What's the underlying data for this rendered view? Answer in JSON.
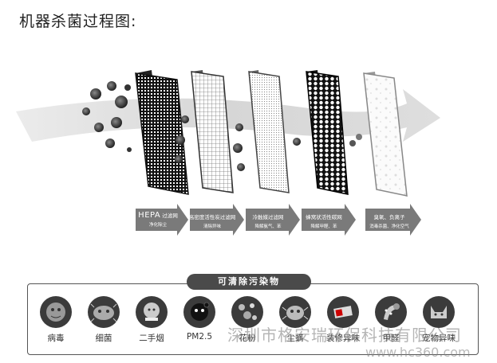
{
  "title": "机器杀菌过程图:",
  "stages": [
    {
      "main": "HEPA",
      "main_suffix": "过滤网",
      "sub": "净化除尘"
    },
    {
      "main": "高密度活性炭过滤网",
      "sub": "清除异味"
    },
    {
      "main": "冷触媒过滤网",
      "sub": "降解氨气、苯"
    },
    {
      "main": "蜂窝状活性碳网",
      "sub": "降解甲醛、苯"
    },
    {
      "main": "臭氧、负离子",
      "sub": "消毒杀菌、净化空气"
    }
  ],
  "pollutants_header": "可清除污染物",
  "pollutants": [
    {
      "label": "病毒",
      "icon": "virus-icon"
    },
    {
      "label": "细菌",
      "icon": "bacteria-icon"
    },
    {
      "label": "二手烟",
      "icon": "smoke-icon"
    },
    {
      "label": "PM2.5",
      "icon": "pm25-icon"
    },
    {
      "label": "花粉",
      "icon": "pollen-icon"
    },
    {
      "label": "尘螨",
      "icon": "dust-mite-icon"
    },
    {
      "label": "装修异味",
      "icon": "decoration-odor-icon"
    },
    {
      "label": "甲醛",
      "icon": "formaldehyde-icon"
    },
    {
      "label": "宠物异味",
      "icon": "pet-odor-icon"
    }
  ],
  "watermark": "深圳市格安瑞环保科技有限公司",
  "watermark_url": "www.hc360.com"
}
